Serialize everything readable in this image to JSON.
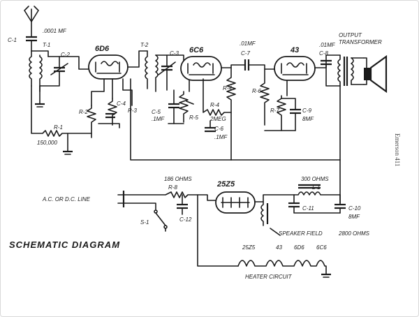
{
  "labels": {
    "c1": "C-1",
    "c1_value": ".0001 MF",
    "t1": "T-1",
    "c2": "C-2",
    "tube1": "6D6",
    "t2": "T-2",
    "c3": "C-3",
    "tube2": "6C6",
    "c7_value": ".01MF",
    "c7": "C-7",
    "tube3": "43",
    "c8": "C-8",
    "c8_value": ".01MF",
    "output": "OUTPUT",
    "transformer": "TRANSFORMER",
    "r2": "R-2",
    "c4": "C-4",
    "c5": "C-5",
    "c5_value": ".1MF",
    "r3": "R-3",
    "r4": "R-4",
    "r4_value": "2MEG",
    "c6": "C-6",
    "c6_value": ".1MF",
    "r5": "R-5",
    "r6": "R-6",
    "r7": "R-7",
    "c9": "C-9",
    "c9_value": "8MF",
    "r1": "R-1",
    "r1_value": "150,000",
    "r8_value": "186 OHMS",
    "r8": "R-8",
    "tube4": "25Z5",
    "r9_value": "300 OHMS",
    "l1": "L-1",
    "c10": "C-10",
    "c10_value": "8MF",
    "c11": "C-11",
    "c12": "C-12",
    "ac_line": "A.C. OR D.C. LINE",
    "s1": "S-1",
    "speaker_field": "SPEAKER FIELD",
    "speaker_field_ohms": "2800 OHMS",
    "heater_circuit": "HEATER CIRCUIT",
    "heater_tubes": [
      "25Z5",
      "43",
      "6D6",
      "6C6"
    ],
    "title": "SCHEMATIC DIAGRAM",
    "side_text": "Emerson 411"
  }
}
